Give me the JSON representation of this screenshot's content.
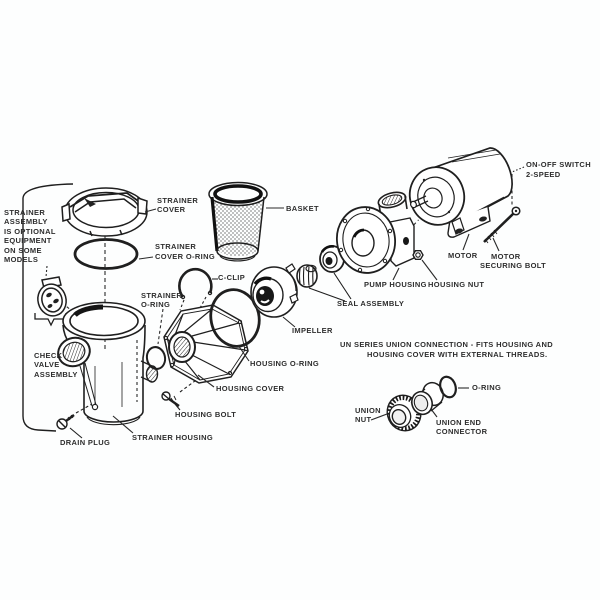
{
  "colors": {
    "background": "#fdfefe",
    "ink": "#1f1f1f",
    "text": "#2e2e2e"
  },
  "note_left": {
    "lines": [
      "STRAINER",
      "ASSEMBLY",
      "IS OPTIONAL",
      "EQUIPMENT",
      "ON SOME",
      "MODELS"
    ]
  },
  "union_note": {
    "lines": [
      "UN SERIES UNION CONNECTION - FITS HOUSING AND",
      "HOUSING COVER WITH EXTERNAL THREADS."
    ]
  },
  "parts": {
    "strainer_cover": {
      "lines": [
        "STRAINER",
        "COVER"
      ]
    },
    "strainer_cover_oring": {
      "lines": [
        "STRAINER",
        "COVER O-RING"
      ]
    },
    "c_clip": {
      "label": "C-CLIP"
    },
    "basket": {
      "label": "BASKET"
    },
    "strainer_oring": {
      "lines": [
        "STRAINER",
        "O-RING"
      ]
    },
    "check_valve_assembly": {
      "lines": [
        "CHECK",
        "VALVE",
        "ASSEMBLY"
      ]
    },
    "housing_oring": {
      "label": "HOUSING O-RING"
    },
    "housing_cover": {
      "label": "HOUSING COVER"
    },
    "housing_bolt": {
      "label": "HOUSING BOLT"
    },
    "strainer_housing": {
      "label": "STRAINER HOUSING"
    },
    "drain_plug": {
      "label": "DRAIN PLUG"
    },
    "impeller": {
      "label": "IMPELLER"
    },
    "seal_assembly": {
      "label": "SEAL ASSEMBLY"
    },
    "pump_housing": {
      "label": "PUMP HOUSING"
    },
    "housing_nut": {
      "label": "HOUSING NUT"
    },
    "motor": {
      "label": "MOTOR"
    },
    "motor_securing_bolt": {
      "lines": [
        "MOTOR",
        "SECURING BOLT"
      ]
    },
    "on_off_switch": {
      "lines": [
        "ON-OFF SWITCH",
        "2-SPEED"
      ]
    },
    "union_nut": {
      "lines": [
        "UNION",
        "NUT"
      ]
    },
    "union_end_connector": {
      "lines": [
        "UNION END",
        "CONNECTOR"
      ]
    },
    "union_oring": {
      "label": "O-RING"
    }
  }
}
